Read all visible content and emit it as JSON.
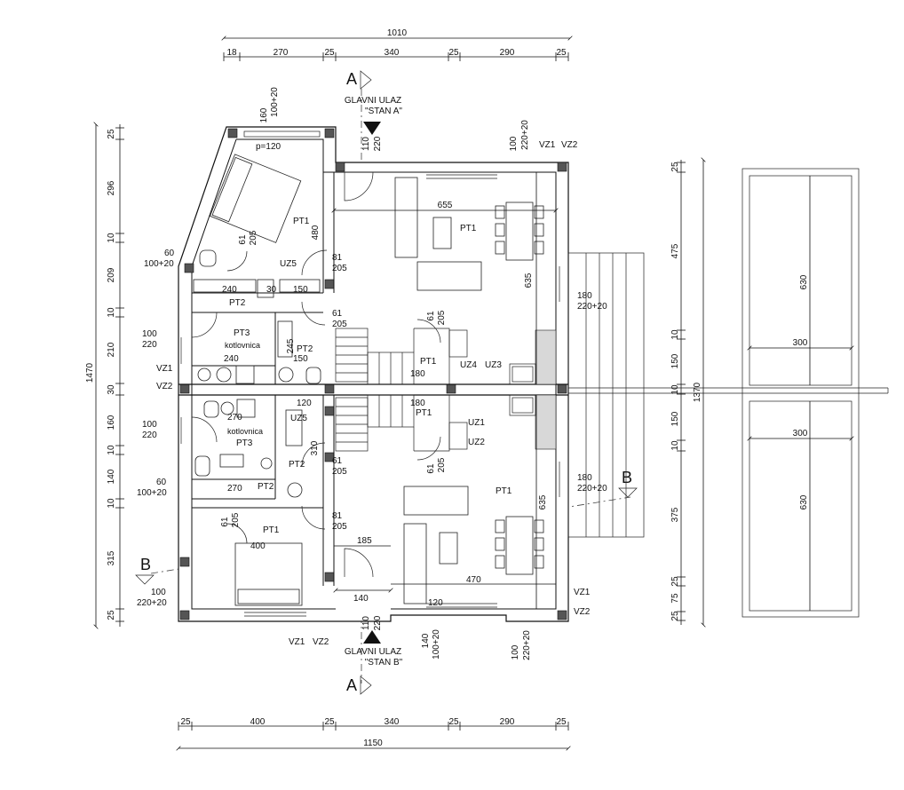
{
  "dims": {
    "top_total": "1010",
    "top_segments": [
      "18",
      "270",
      "25",
      "340",
      "25",
      "290",
      "25"
    ],
    "bottom_segments": [
      "25",
      "400",
      "25",
      "340",
      "25",
      "290",
      "25"
    ],
    "bottom_total": "1150",
    "left_total": "1470",
    "left_segments": [
      "25",
      "296",
      "10",
      "209",
      "10",
      "210",
      "30",
      "160",
      "10",
      "140",
      "10",
      "315",
      "25"
    ],
    "right_total": "1370",
    "right_segments": [
      "25",
      "475",
      "10",
      "150",
      "10",
      "150",
      "10",
      "375",
      "25",
      "75",
      "25"
    ]
  },
  "section_marks": {
    "a_top": "A",
    "a_bottom": "A",
    "b_left": "B",
    "b_right": "B"
  },
  "entrances": {
    "top_line1": "GLAVNI ULAZ",
    "top_line2": "\"STAN A\"",
    "bottom_line1": "GLAVNI ULAZ",
    "bottom_line2": "\"STAN B\""
  },
  "rooms": {
    "pt1": "PT1",
    "pt2": "PT2",
    "pt3": "PT3",
    "kotlovnica": "kotlovnica",
    "uz1": "UZ1",
    "uz2": "UZ2",
    "uz3": "UZ3",
    "uz4": "UZ4",
    "uz5": "UZ5",
    "vz1": "VZ1",
    "vz2": "VZ2",
    "p120": "p=120"
  },
  "labels": {
    "l160": "160",
    "l100_20": "100+20",
    "l110": "110",
    "l220": "220",
    "l100": "100",
    "l220_20": "220+20",
    "l480": "480",
    "l655": "655",
    "l635": "635",
    "l60": "60",
    "l61": "61",
    "l205": "205",
    "l81": "81",
    "l240": "240",
    "l150": "150",
    "l30": "30",
    "l245": "245",
    "l180": "180",
    "l120": "120",
    "l270": "270",
    "l310": "310",
    "l400": "400",
    "l185": "185",
    "l140": "140",
    "l470": "470",
    "l630": "630",
    "l300": "300"
  }
}
